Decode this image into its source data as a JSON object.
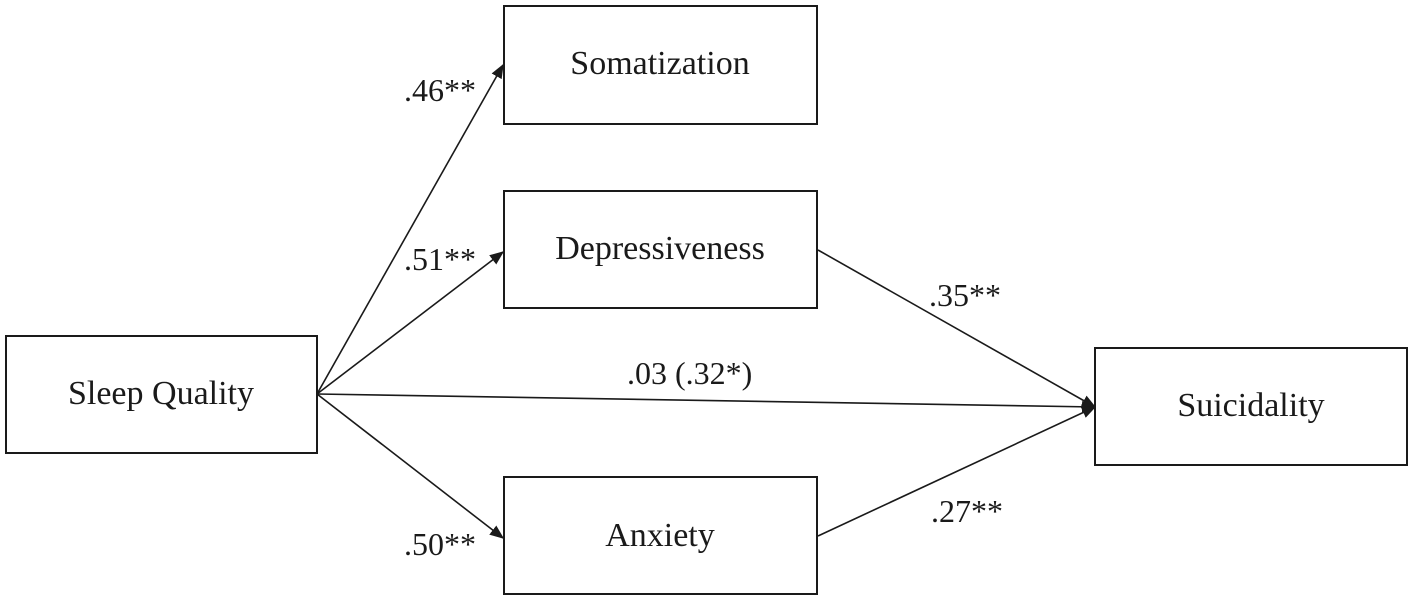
{
  "nodes": {
    "sleep_quality": "Sleep Quality",
    "somatization": "Somatization",
    "depressiveness": "Depressiveness",
    "anxiety": "Anxiety",
    "suicidality": "Suicidality"
  },
  "paths": {
    "sleep_to_somatization": ".46**",
    "sleep_to_depressiveness": ".51**",
    "sleep_to_anxiety": ".50**",
    "sleep_to_suicidality": ".03 (.32*)",
    "depressiveness_to_suicidality": ".35**",
    "anxiety_to_suicidality": ".27**"
  }
}
